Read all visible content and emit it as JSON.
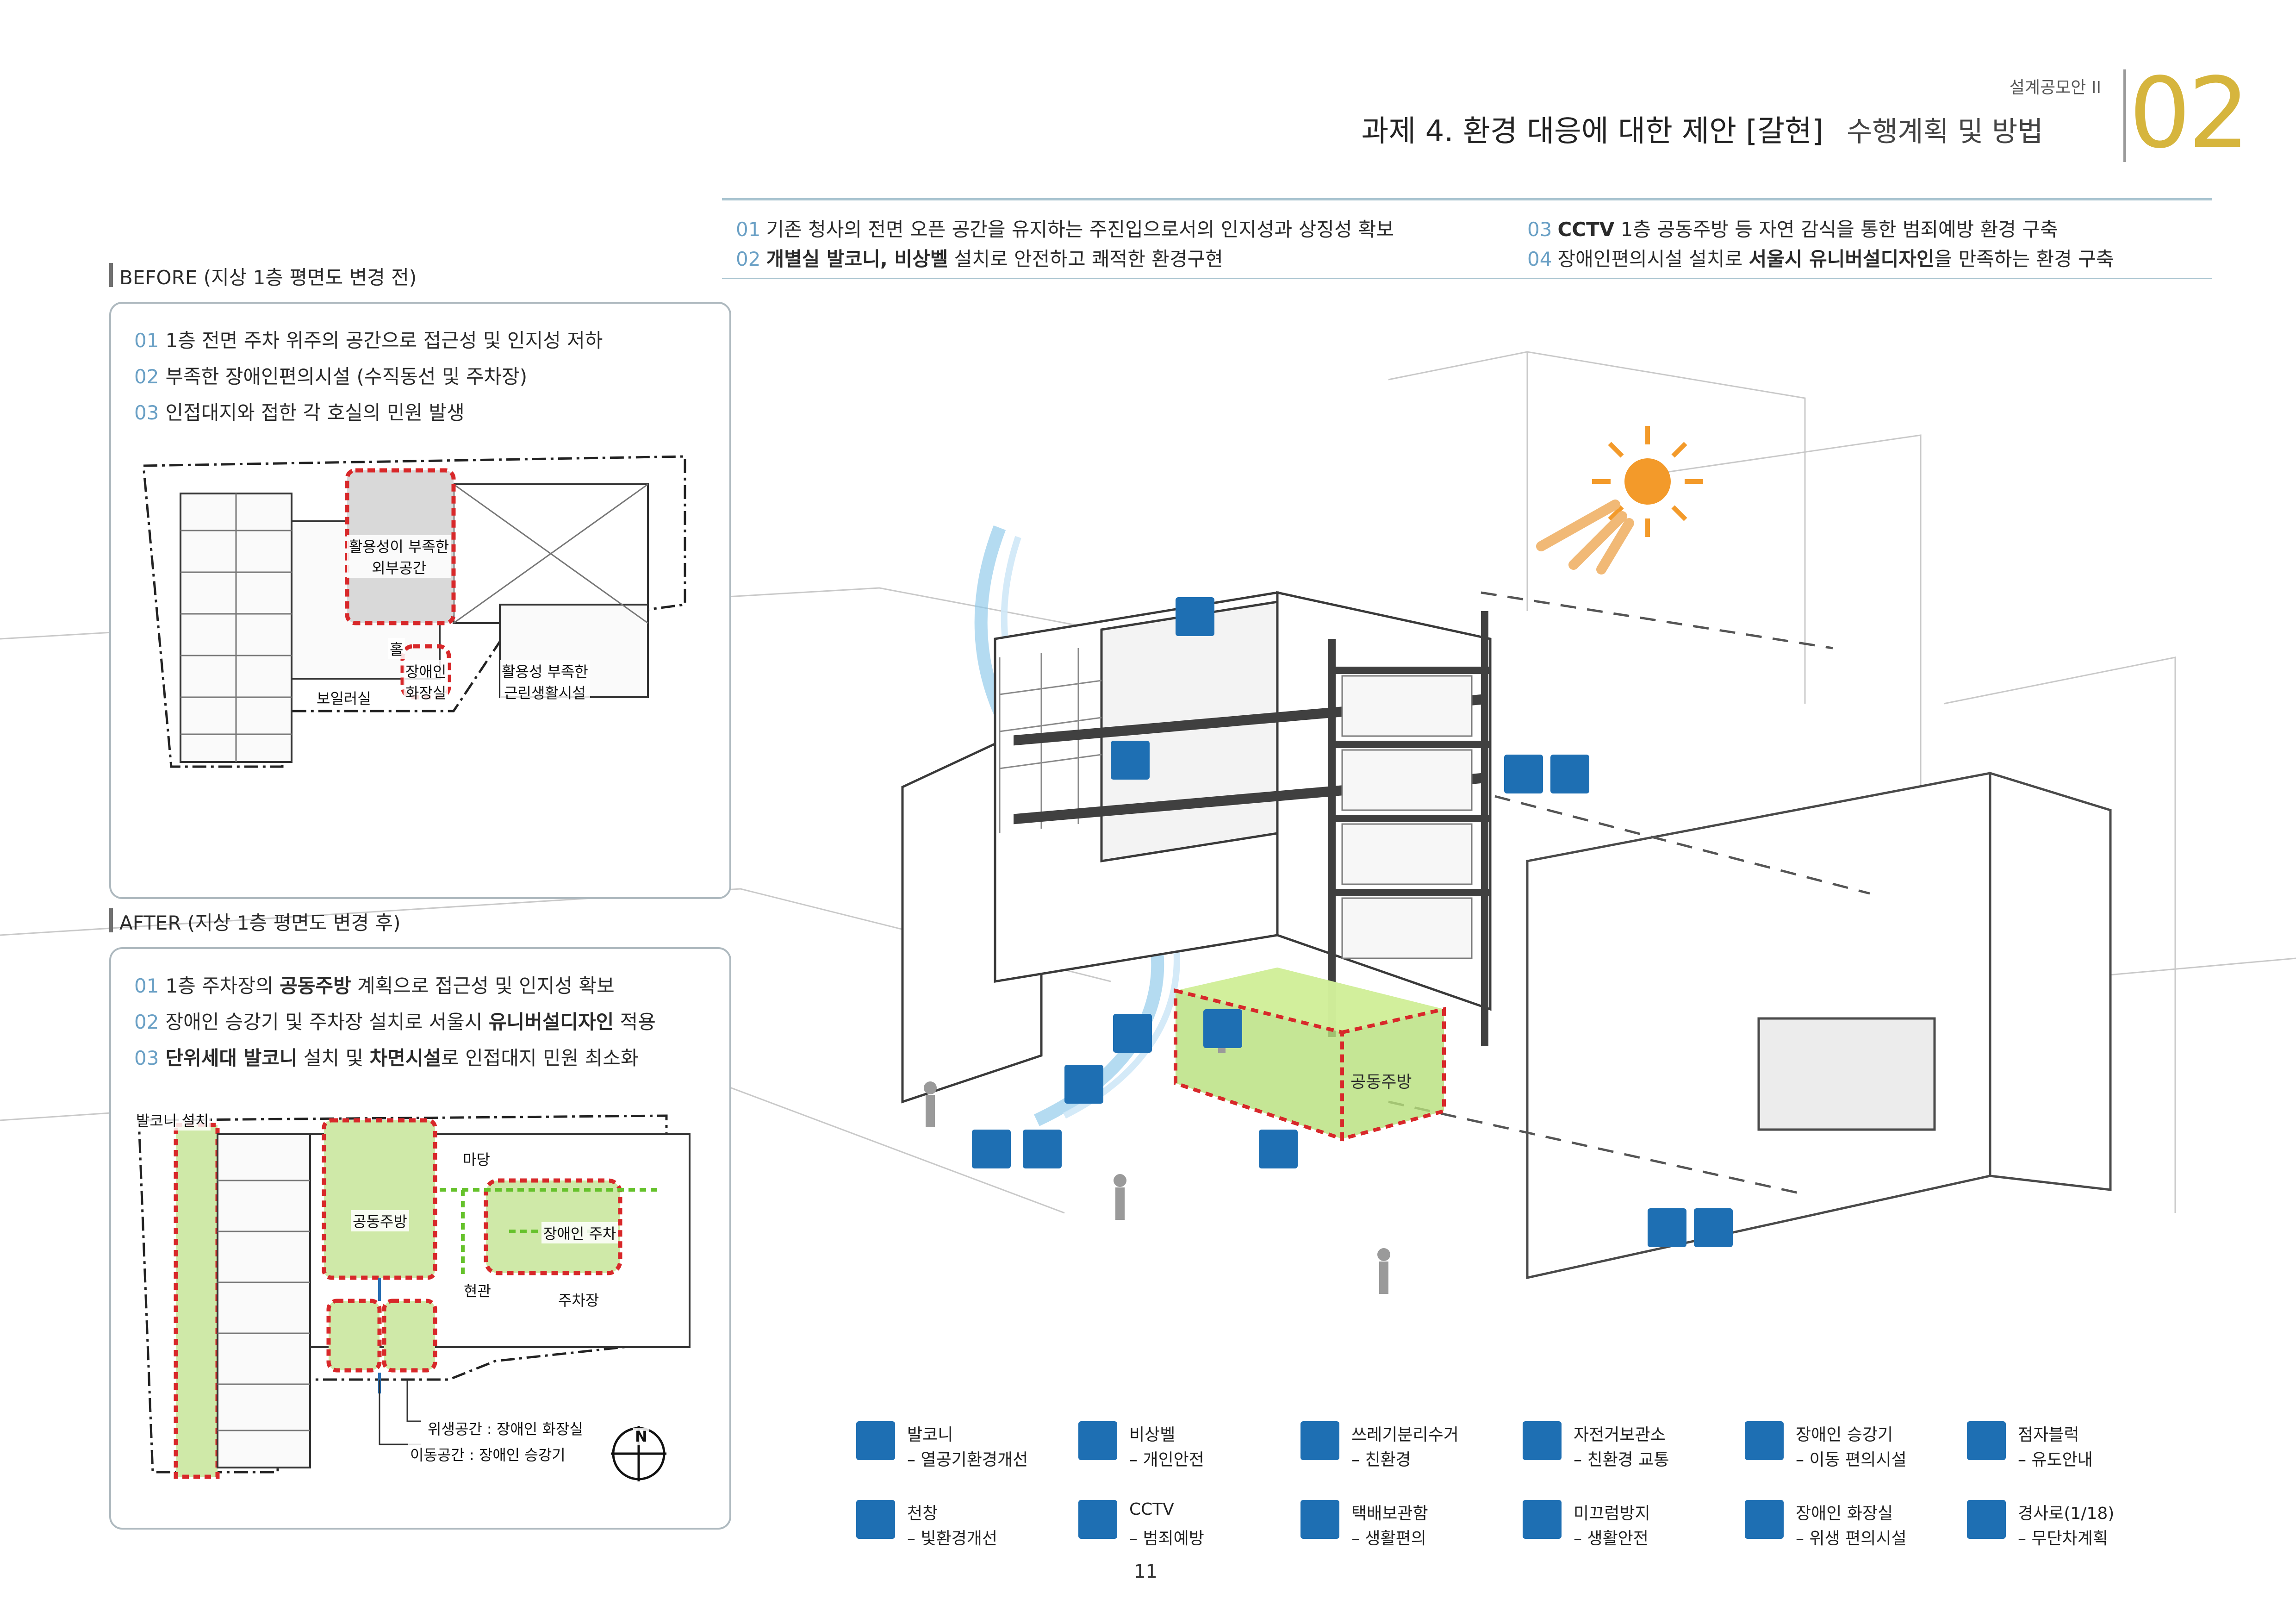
{
  "header": {
    "series": "설계공모안 II",
    "title": "과제 4. 환경 대응에 대한 제안 [갈현]",
    "subtitle": "수행계획 및 방법",
    "number": "02"
  },
  "goals": [
    {
      "num": "01",
      "pre": "기존 청사의 전면 오픈 공간을 유지하는 주진입으로서의 인지성과 상징성 확보",
      "bold": "",
      "post": ""
    },
    {
      "num": "02",
      "pre": "",
      "bold": "개별실 발코니, 비상벨",
      "post": " 설치로 안전하고 쾌적한 환경구현"
    },
    {
      "num": "03",
      "pre": "",
      "bold": "CCTV",
      "post": " 1층 공동주방 등 자연 감식을 통한 범죄예방 환경 구축"
    },
    {
      "num": "04",
      "pre": "장애인편의시설 설치로 ",
      "bold": "서울시 유니버설디자인",
      "post": "을 만족하는 환경 구축"
    }
  ],
  "before": {
    "heading": "BEFORE (지상 1층 평면도 변경 전)",
    "items": [
      {
        "num": "01",
        "text": "1층 전면 주차 위주의 공간으로 접근성 및 인지성 저하"
      },
      {
        "num": "02",
        "text": "부족한 장애인편의시설 (수직동선 및 주차장)"
      },
      {
        "num": "03",
        "text": "인접대지와 접한 각 호실의 민원 발생"
      }
    ],
    "plan_labels": {
      "outdoor": "활용성이 부족한\n외부공간",
      "hall": "홀",
      "boiler": "보일러실",
      "toilet": "장애인\n화장실",
      "facility": "활용성 부족한\n근린생활시설"
    }
  },
  "after": {
    "heading": "AFTER (지상 1층 평면도 변경 후)",
    "items": [
      {
        "num": "01",
        "pre": "1층 주차장의 ",
        "bold": "공동주방",
        "post": " 계획으로 접근성 및 인지성 확보"
      },
      {
        "num": "02",
        "pre": "장애인 승강기 및 주차장 설치로 서울시 ",
        "bold": "유니버설디자인",
        "post": " 적용"
      },
      {
        "num": "03",
        "pre": "",
        "bold": "단위세대 발코니",
        "post": " 설치 및 ",
        "bold2": "차면시설",
        "post2": "로 인접대지 민원 최소화"
      }
    ],
    "plan_labels": {
      "balcony": "발코니 설치",
      "yard": "마당",
      "kitchen": "공동주방",
      "parking_disabled": "장애인 주차",
      "entrance": "현관",
      "parking": "주차장",
      "hygiene": "위생공간 : 장애인 화장실",
      "moving": "이동공간 : 장애인 승강기",
      "north": "N"
    }
  },
  "axonometric": {
    "kitchen_label": "공동주방"
  },
  "legend": [
    {
      "icon": "balcony-icon",
      "name": "발코니",
      "desc": "– 열공기환경개선"
    },
    {
      "icon": "emergency-bell-icon",
      "name": "비상벨",
      "desc": "– 개인안전"
    },
    {
      "icon": "recycle-bins-icon",
      "name": "쓰레기분리수거",
      "desc": "– 친환경"
    },
    {
      "icon": "bicycle-icon",
      "name": "자전거보관소",
      "desc": "– 친환경 교통"
    },
    {
      "icon": "accessible-elevator-icon",
      "name": "장애인 승강기",
      "desc": "– 이동 편의시설"
    },
    {
      "icon": "tactile-block-icon",
      "name": "점자블럭",
      "desc": "– 유도안내"
    },
    {
      "icon": "skylight-icon",
      "name": "천창",
      "desc": "– 빛환경개선"
    },
    {
      "icon": "cctv-icon",
      "name": "CCTV",
      "desc": "– 범죄예방"
    },
    {
      "icon": "delivery-box-icon",
      "name": "택배보관함",
      "desc": "– 생활편의"
    },
    {
      "icon": "anti-slip-icon",
      "name": "미끄럼방지",
      "desc": "– 생활안전"
    },
    {
      "icon": "accessible-toilet-icon",
      "name": "장애인 화장실",
      "desc": "– 위생 편의시설"
    },
    {
      "icon": "ramp-icon",
      "name": "경사로(1/18)",
      "desc": "– 무단차계획"
    }
  ],
  "page_number": "11",
  "colors": {
    "accent_gold": "#d6b53d",
    "icon_blue": "#1e6fb3",
    "highlight_green": "#b6e07a",
    "dash_red": "#d8282a"
  }
}
